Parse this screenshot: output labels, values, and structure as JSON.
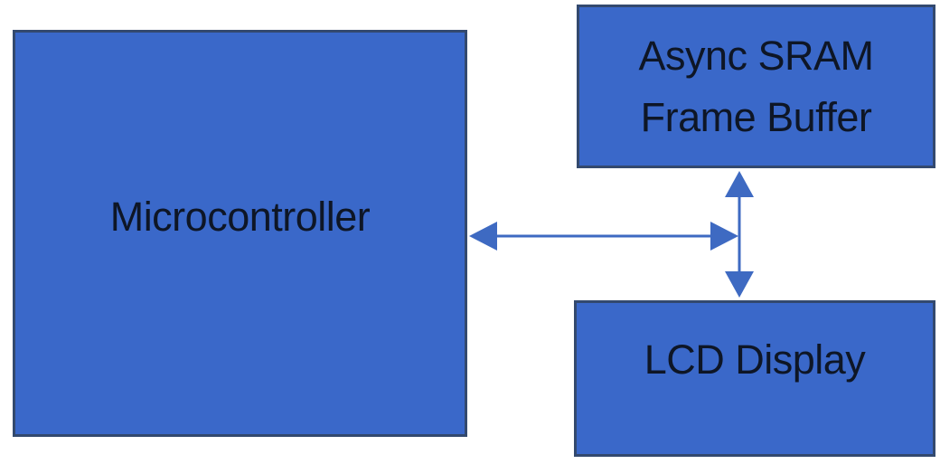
{
  "diagram": {
    "nodes": {
      "microcontroller": {
        "label": "Microcontroller"
      },
      "sram": {
        "lines": [
          "Async SRAM",
          "Frame Buffer"
        ]
      },
      "lcd": {
        "label": "LCD Display"
      }
    },
    "connections": [
      {
        "from": "Microcontroller",
        "to": "SRAM/LCD bus",
        "type": "bidirectional"
      },
      {
        "from": "Async SRAM Frame Buffer",
        "to": "LCD Display",
        "type": "bidirectional"
      }
    ],
    "colors": {
      "node-fill": "#3a68c9",
      "node-border": "#33496e",
      "arrow": "#3e6ac2",
      "text": "#0e1626",
      "background": "#ffffff"
    }
  }
}
